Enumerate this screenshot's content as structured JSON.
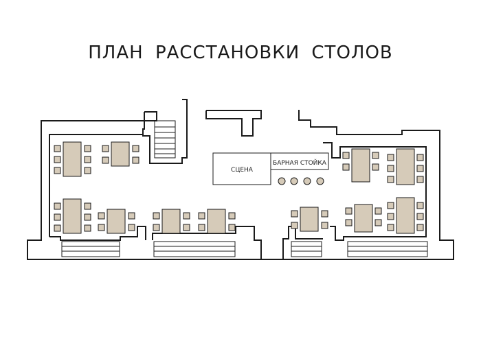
{
  "title": "ПЛАН РАССТАНОВКИ СТОЛОВ",
  "labels": {
    "stage": "СЦЕНА",
    "bar_counter": "БАРНАЯ СТОЙКА"
  },
  "colors": {
    "furniture": "#d6cbb9",
    "wall": "#1a1a1a",
    "background": "#ffffff"
  }
}
